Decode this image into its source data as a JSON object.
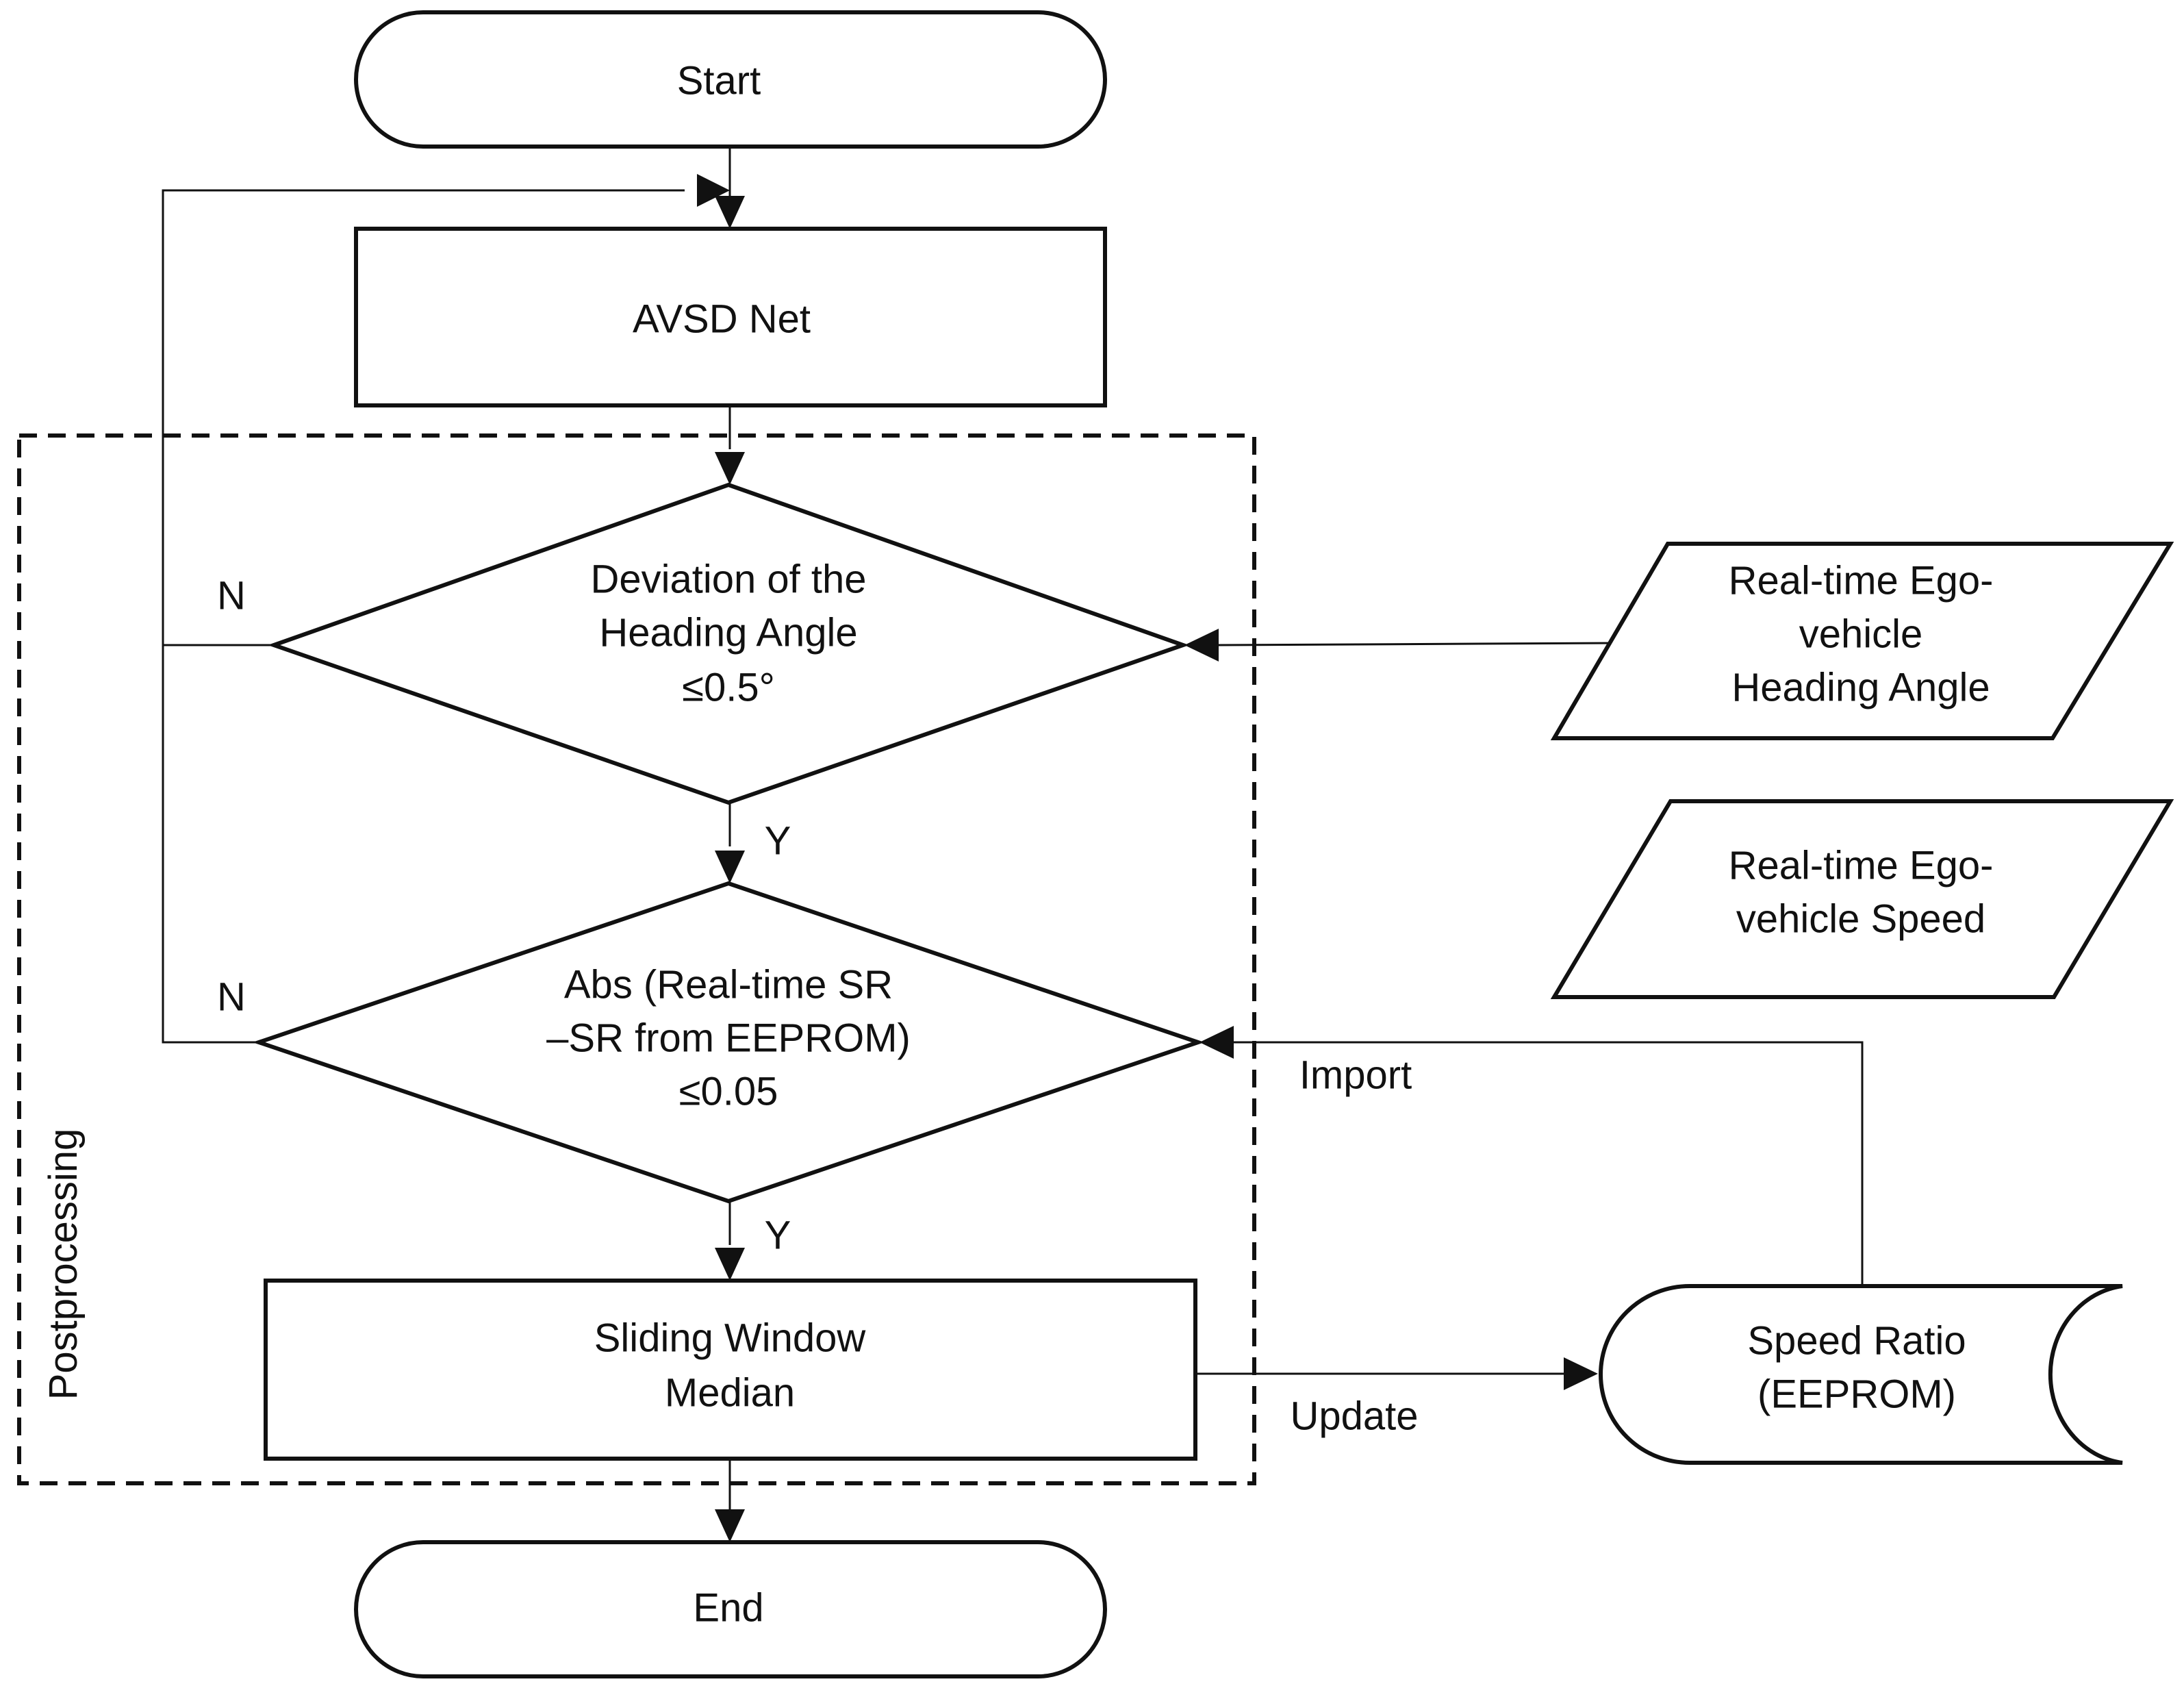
{
  "nodes": {
    "start": {
      "label": "Start"
    },
    "avsd_net": {
      "label": "AVSD Net"
    },
    "decision_heading": {
      "lines": [
        "Deviation of the",
        "Heading Angle",
        "≤0.5°"
      ]
    },
    "decision_sr": {
      "lines": [
        "Abs (Real-time SR",
        "–SR from EEPROM)",
        "≤0.05"
      ]
    },
    "sliding_window": {
      "lines": [
        "Sliding Window",
        "Median"
      ]
    },
    "end": {
      "label": "End"
    },
    "input_heading": {
      "lines": [
        "Real-time Ego-",
        "vehicle",
        "Heading Angle"
      ]
    },
    "input_speed": {
      "lines": [
        "Real-time Ego-",
        "vehicle Speed"
      ]
    },
    "storage_speed_ratio": {
      "lines": [
        "Speed Ratio",
        "(EEPROM)"
      ]
    }
  },
  "edge_labels": {
    "heading_no": "N",
    "heading_yes": "Y",
    "sr_no": "N",
    "sr_yes": "Y",
    "import": "Import",
    "update": "Update"
  },
  "group": {
    "label": "Postprocessing"
  }
}
